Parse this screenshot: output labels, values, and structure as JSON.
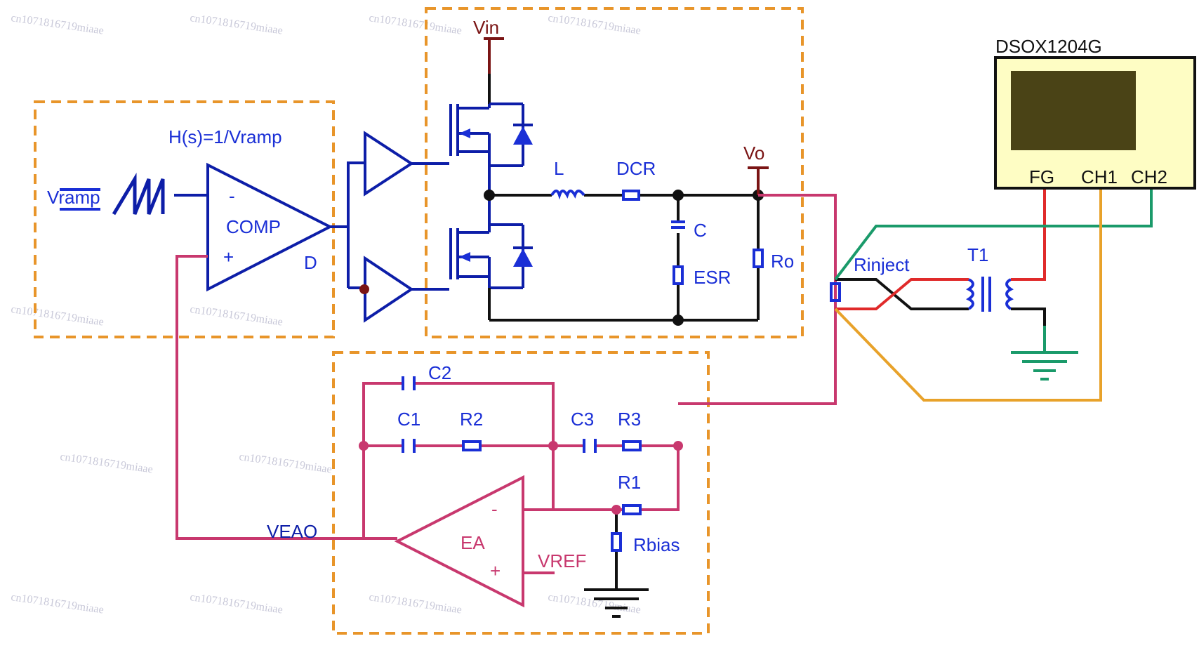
{
  "colors": {
    "block_border": "#e8952a",
    "power_wire": "#0d1ea8",
    "component": "#1a2fd6",
    "ground_wire": "#111111",
    "feedback_wire": "#c8386e",
    "supply_label": "#7a1414",
    "ch1_probe": "#e8a22a",
    "ch2_probe": "#1a9a6a",
    "fg_probe": "#e02a2a",
    "scope_body": "#fefdc4",
    "scope_screen": "#4a4316"
  },
  "labels": {
    "vin": "Vin",
    "vo": "Vo",
    "vramp": "Vramp",
    "hs": "H(s)=1/Vramp",
    "comp": "COMP",
    "comp_minus": "-",
    "comp_plus": "+",
    "duty": "D",
    "inductor": "L",
    "dcr": "DCR",
    "cap": "C",
    "esr": "ESR",
    "ro": "Ro",
    "rinject": "Rinject",
    "t1": "T1",
    "scope_model": "DSOX1204G",
    "fg": "FG",
    "ch1": "CH1",
    "ch2": "CH2",
    "c2": "C2",
    "c1": "C1",
    "r2": "R2",
    "c3": "C3",
    "r3": "R3",
    "r1": "R1",
    "rbias": "Rbias",
    "veao": "VEAO",
    "ea": "EA",
    "ea_minus": "-",
    "ea_plus": "+",
    "vref": "VREF"
  },
  "watermark": "cn1071816719miaae"
}
